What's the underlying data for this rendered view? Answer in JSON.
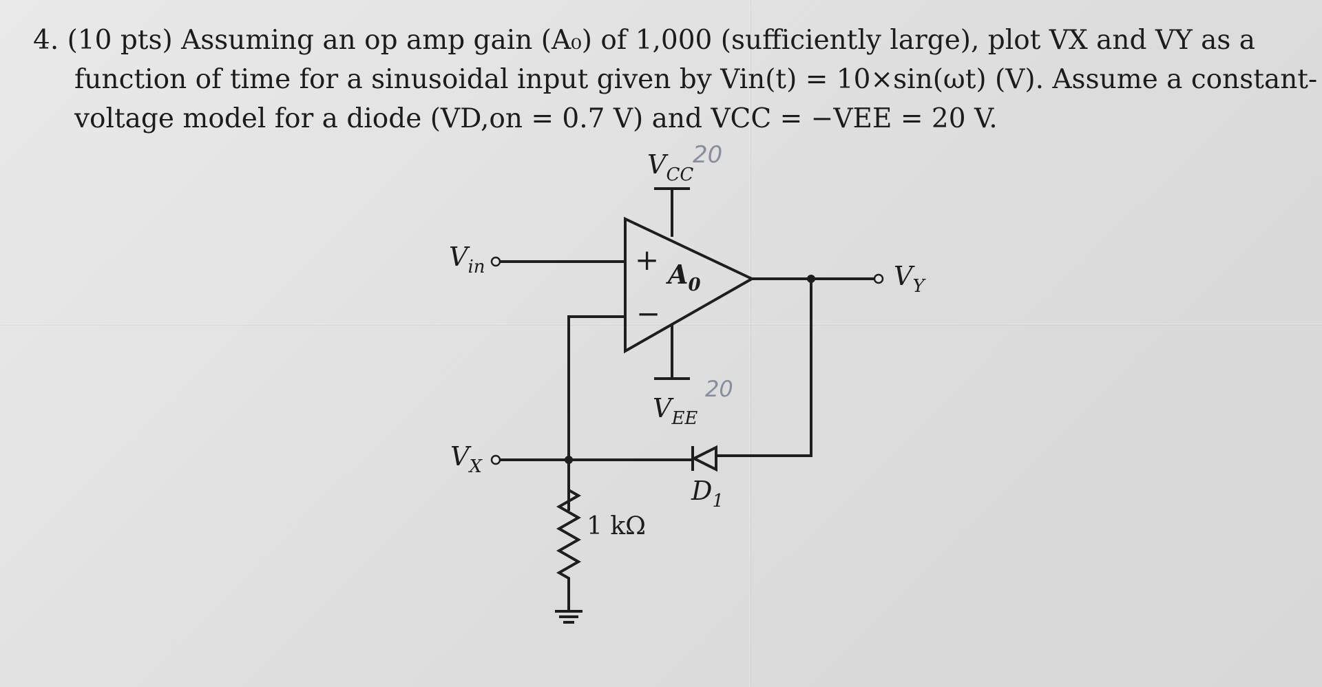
{
  "problem": {
    "lines": [
      "4. (10 pts) Assuming an op amp gain (A₀) of 1,000 (sufficiently large), plot VX and VY as a",
      "function of time for a sinusoidal input given by Vin(t) = 10×sin(ωt) (V). Assume a constant-",
      "voltage model for a diode (VD,on = 0.7 V) and VCC = −VEE = 20 V."
    ]
  },
  "circuit": {
    "vcc_label": {
      "main": "V",
      "sub": "CC"
    },
    "vee_label": {
      "main": "V",
      "sub": "EE"
    },
    "vin_label": {
      "main": "V",
      "sub": "in"
    },
    "vx_label": {
      "main": "V",
      "sub": "X"
    },
    "vy_label": {
      "main": "V",
      "sub": "Y"
    },
    "gain_label": {
      "main": "A",
      "sub": "0"
    },
    "plus_sign": "+",
    "minus_sign": "−",
    "diode_label": {
      "main": "D",
      "sub": "1"
    },
    "resistor_label": "1 kΩ",
    "handwritten_vcc": "20",
    "handwritten_vee": "20"
  }
}
